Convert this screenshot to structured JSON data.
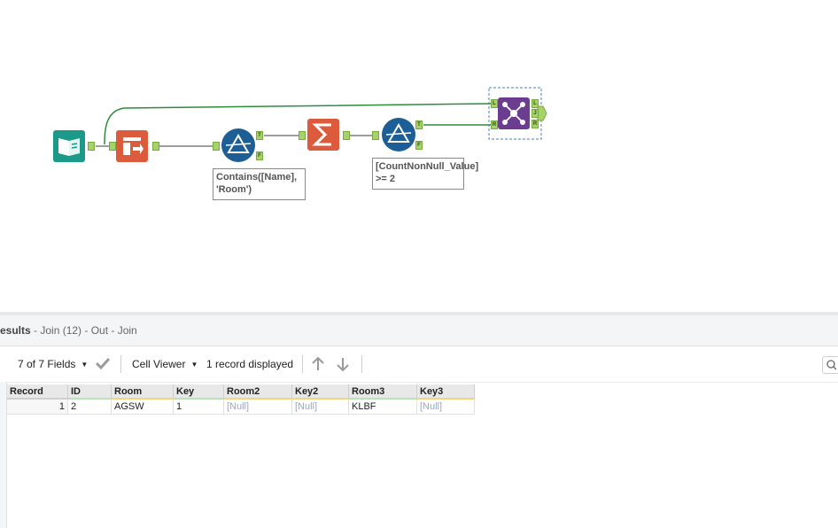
{
  "annotations": {
    "filter1": "Contains([Name], 'Room')",
    "filter2": "[CountNonNull_Value] >= 2"
  },
  "anchors": {
    "T": "T",
    "F": "F",
    "L": "L",
    "R": "R",
    "J": "J"
  },
  "tool_icons": [
    "input-book-icon",
    "select-table-icon",
    "filter-triangle-icon",
    "summarize-sigma-icon",
    "join-network-icon"
  ],
  "results": {
    "title_bold": "esults",
    "title_rest": " - Join (12) - Out - Join"
  },
  "toolbar": {
    "fields_label": "7 of 7 Fields",
    "cell_viewer_label": "Cell Viewer",
    "records_label": "1 record displayed"
  },
  "grid": {
    "columns": [
      "Record",
      "ID",
      "Room",
      "Key",
      "Room2",
      "Key2",
      "Room3",
      "Key3"
    ],
    "rows": [
      [
        "1",
        "2",
        "AGSW",
        "1",
        "[Null]",
        "[Null]",
        "KLBF",
        "[Null]"
      ]
    ]
  },
  "colors": {
    "input_tool": "#1b9a8a",
    "select_tool": "#dc5b3c",
    "filter_tool": "#1c5e95",
    "summarize_tool": "#dc5b3c",
    "join_tool": "#6a3d91",
    "connector": "#7f7f7f",
    "connector_active": "#2e8b3e",
    "anchor": "#a5d36a"
  }
}
